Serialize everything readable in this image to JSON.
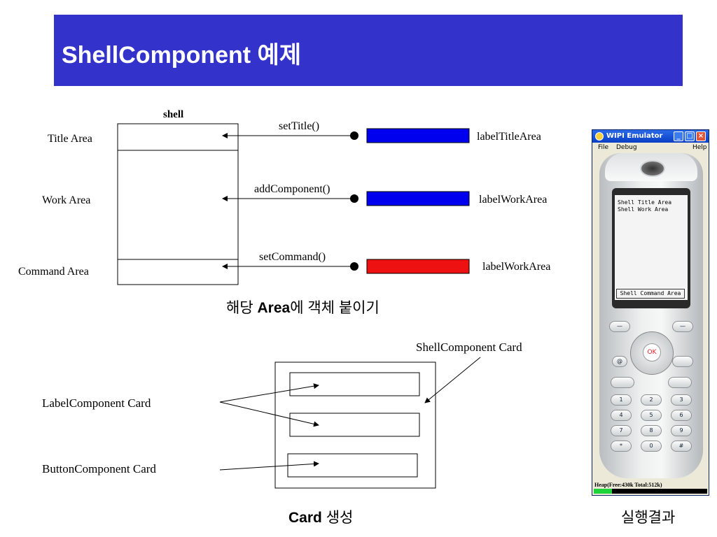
{
  "slide": {
    "title": "ShellComponent 예제"
  },
  "shell_diagram": {
    "header": "shell",
    "areas": [
      "Title Area",
      "Work Area",
      "Command Area"
    ],
    "methods": [
      "setTitle()",
      "addComponent()",
      "setCommand()"
    ],
    "labels": [
      "labelTitleArea",
      "labelWorkArea",
      "labelWorkArea"
    ],
    "colors": [
      "#0000ee",
      "#0000ee",
      "#ee1111"
    ],
    "caption_bold": "Area",
    "caption_pre": "해당 ",
    "caption_post": "에 객체 붙이기"
  },
  "card_diagram": {
    "shell_card": "ShellComponent Card",
    "label_card": "LabelComponent Card",
    "button_card": "ButtonComponent Card",
    "caption_bold": "Card",
    "caption_post": " 생성"
  },
  "emulator": {
    "window_title": "WIPI Emulator",
    "menu": [
      "File",
      "Debug",
      "Help"
    ],
    "screen_lines": [
      "Shell Title Area",
      "Shell Work Area"
    ],
    "screen_command": "Shell Command Area",
    "ok_label": "OK",
    "status": "Heap(Free:430k Total:512k)",
    "caption": "실행결과"
  }
}
